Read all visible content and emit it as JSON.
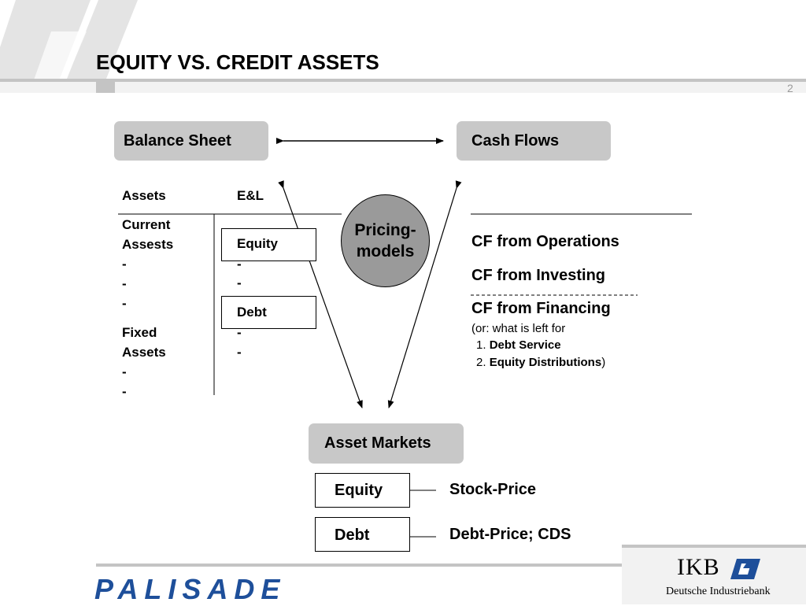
{
  "title": "EQUITY VS. CREDIT ASSETS",
  "page_number": "2",
  "balance_sheet": {
    "label": "Balance Sheet",
    "col_assets": "Assets",
    "col_el": "E&L",
    "current_1": "Current",
    "current_2": "Assests",
    "dash": "-",
    "fixed_1": "Fixed",
    "fixed_2": "Assets",
    "equity": "Equity",
    "debt": "Debt"
  },
  "cash_flows": {
    "label": "Cash Flows",
    "operations": "CF from Operations",
    "investing": "CF from Investing",
    "financing": "CF from Financing",
    "note_open": "(or: what is left for",
    "item1_num": "1.",
    "item1": "Debt Service",
    "item2_num": "2.",
    "item2": "Equity Distributions",
    "note_close": ")"
  },
  "pricing_models": {
    "line1": "Pricing-",
    "line2": "models"
  },
  "asset_markets": {
    "label": "Asset Markets",
    "equity": "Equity",
    "equity_price": "Stock-Price",
    "debt": "Debt",
    "debt_price": "Debt-Price; CDS"
  },
  "footer": {
    "palisade_logo": "PALISADE",
    "ikb_logo": "IKB",
    "ikb_subtitle": "Deutsche Industriebank"
  },
  "colors": {
    "box_gray": "#c8c8c8",
    "circle_gray": "#9a9a9a",
    "palisade_blue": "#1e4f9a",
    "ikb_blue": "#1e4f9a"
  }
}
